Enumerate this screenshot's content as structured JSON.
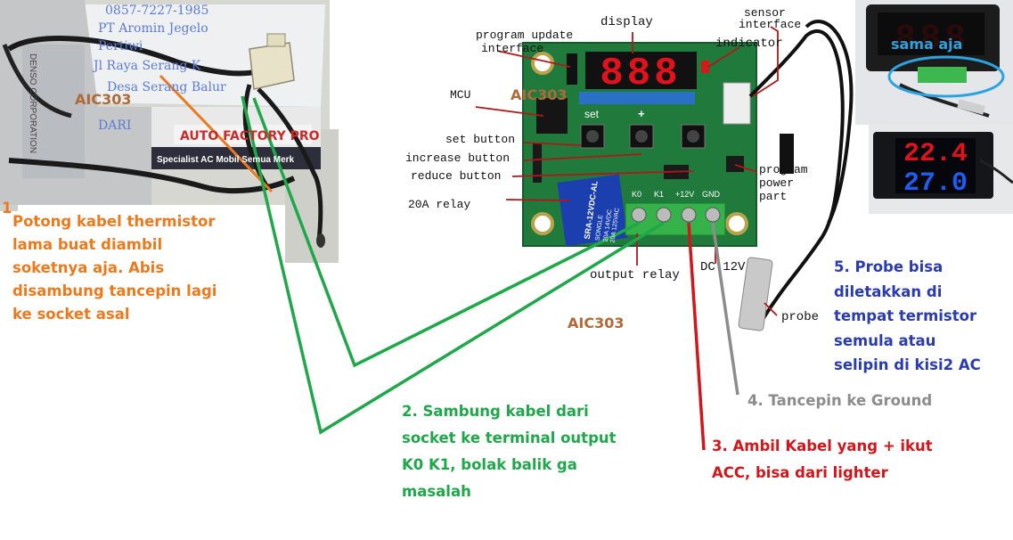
{
  "photo_left": {
    "handwriting": [
      "0857-7227-1985",
      "PT Aromin Jegelo",
      "Pertiwi",
      "Jl Raya Serang K",
      "Desa Serang Balur",
      "DARI"
    ],
    "sticker_top": "DENSO CORPORATION",
    "banner_red": "AUTO  FACTORY  PRO",
    "banner_sub": "Specialist AC Mobil Semua Merk",
    "brand_tag": "AIC303"
  },
  "board": {
    "brand_overlay": "AIC303",
    "digits": "888",
    "button_labels": {
      "set": "set",
      "plus": "+"
    },
    "terminal_labels": [
      "K0",
      "K1",
      "+12V",
      "GND"
    ],
    "relay_text": [
      "SRA-12VDC-AL",
      "SONGLE",
      "20A 14VDC",
      "20A 125VAC"
    ]
  },
  "component_labels": {
    "display": "display",
    "program_update": [
      "program update",
      "interface"
    ],
    "sensor_interface": [
      "sensor",
      "interface"
    ],
    "indicator": "indicator",
    "mcu": "MCU",
    "set_button": "set button",
    "increase_button": "increase button",
    "reduce_button": "reduce button",
    "relay_20a": "20A relay",
    "program_power": [
      "program",
      "power",
      "part"
    ],
    "output_relay": "output relay",
    "dc12v": "DC 12V",
    "probe": "probe",
    "aic_center": "AIC303"
  },
  "modules": {
    "sama_aja": "sama aja",
    "top_display": "888",
    "red_display": "22.4",
    "blue_display": "27.0"
  },
  "notes": {
    "n1_number": "1",
    "n1": [
      "Potong kabel thermistor",
      "lama buat diambil",
      "soketnya aja. Abis",
      "disambung tancepin lagi",
      "ke socket asal"
    ],
    "n2": [
      "2. Sambung kabel dari",
      "socket ke terminal output",
      "K0 K1, bolak balik ga",
      "masalah"
    ],
    "n3": [
      "3. Ambil Kabel yang + ikut",
      "ACC, bisa dari lighter"
    ],
    "n4": "4. Tancepin ke Ground",
    "n5": [
      "5. Probe bisa",
      "diletakkan di",
      "tempat termistor",
      "semula atau",
      "selipin di kisi2 AC"
    ]
  },
  "colors": {
    "note_orange": "#ec7a1d",
    "note_green": "#1fa84a",
    "note_red": "#d2161b",
    "note_gray": "#8c8c8c",
    "note_blue": "#2a3bb0",
    "brand_brown": "#b06a3a",
    "board_green": "#1f7a3c",
    "display_red": "#e0131d",
    "display_blue": "#1f5cf2",
    "terminal_green": "#36b24a"
  }
}
